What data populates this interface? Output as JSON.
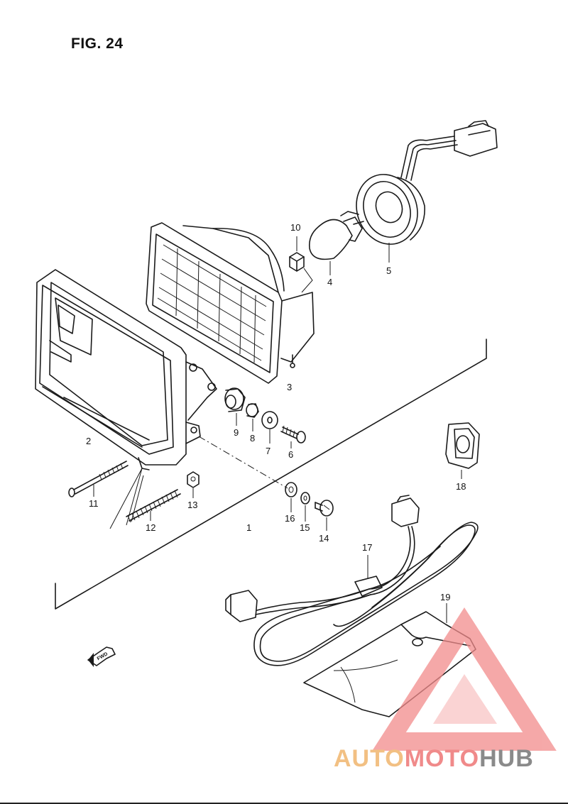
{
  "figure": {
    "title": "FIG. 24"
  },
  "callouts": [
    {
      "id": "c1",
      "label": "1"
    },
    {
      "id": "c2",
      "label": "2"
    },
    {
      "id": "c3",
      "label": "3"
    },
    {
      "id": "c4",
      "label": "4"
    },
    {
      "id": "c5",
      "label": "5"
    },
    {
      "id": "c6",
      "label": "6"
    },
    {
      "id": "c7",
      "label": "7"
    },
    {
      "id": "c8",
      "label": "8"
    },
    {
      "id": "c9",
      "label": "9"
    },
    {
      "id": "c10",
      "label": "10"
    },
    {
      "id": "c11",
      "label": "11"
    },
    {
      "id": "c12",
      "label": "12"
    },
    {
      "id": "c13",
      "label": "13"
    },
    {
      "id": "c14",
      "label": "14"
    },
    {
      "id": "c15",
      "label": "15"
    },
    {
      "id": "c16",
      "label": "16"
    },
    {
      "id": "c17",
      "label": "17"
    },
    {
      "id": "c18",
      "label": "18"
    },
    {
      "id": "c19",
      "label": "19"
    }
  ],
  "direction_marker": {
    "label": "FWD",
    "icon": "fwd-arrow-icon"
  },
  "watermark": {
    "part_a": "AUTO",
    "part_b": "MOTO",
    "part_c": "HUB",
    "colors": {
      "auto": "#f2c083",
      "moto": "#f08a8a",
      "hub": "#8a8a8a",
      "logo": "#f28c8c"
    }
  }
}
